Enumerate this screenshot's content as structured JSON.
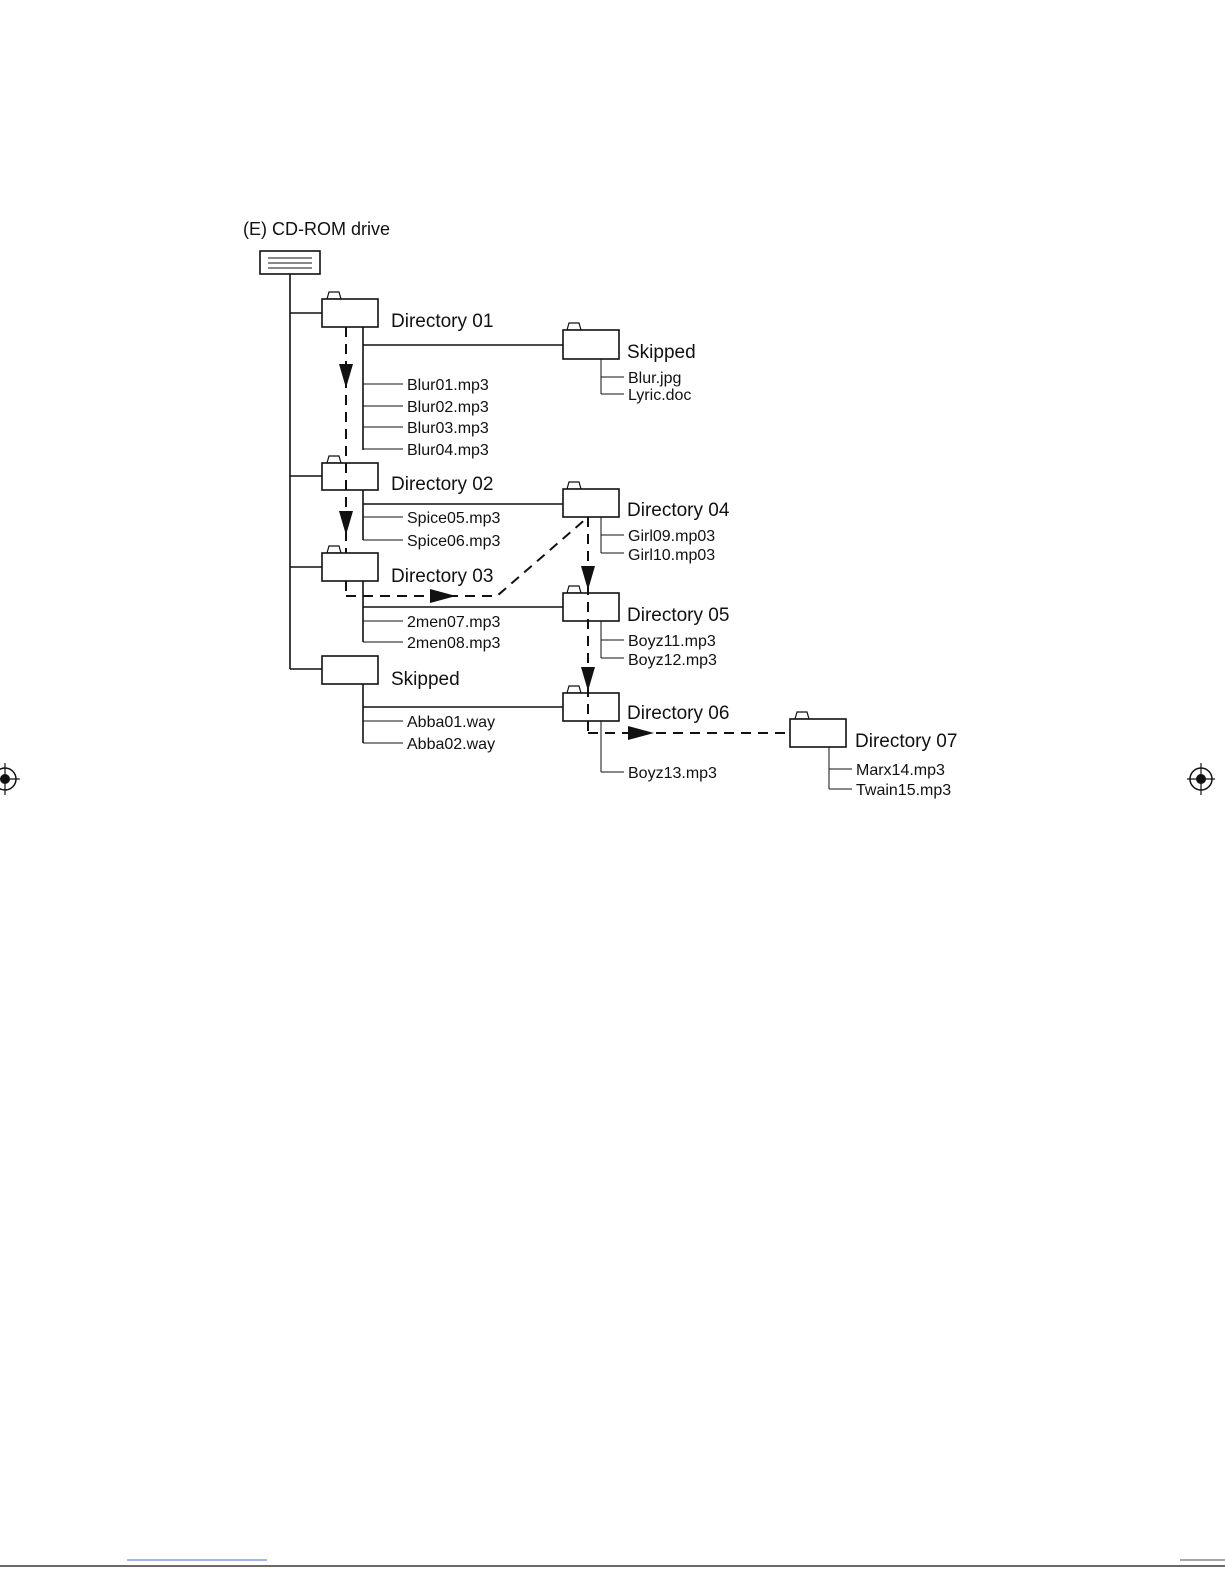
{
  "diagram": {
    "heading": "(E) CD-ROM drive",
    "root_icon": "cd-drive-icon",
    "folders": {
      "d01": {
        "label": "Directory 01",
        "files": [
          "Blur01.mp3",
          "Blur02.mp3",
          "Blur03.mp3",
          "Blur04.mp3"
        ]
      },
      "skipped_a": {
        "label": "Skipped",
        "files": [
          "Blur.jpg",
          "Lyric.doc"
        ]
      },
      "d02": {
        "label": "Directory 02",
        "files": [
          "Spice05.mp3",
          "Spice06.mp3"
        ]
      },
      "d04": {
        "label": "Directory 04",
        "files": [
          "Girl09.mp03",
          "Girl10.mp03"
        ]
      },
      "d03": {
        "label": "Directory 03",
        "files": [
          "2men07.mp3",
          "2men08.mp3"
        ]
      },
      "d05": {
        "label": "Directory 05",
        "files": [
          "Boyz11.mp3",
          "Boyz12.mp3"
        ]
      },
      "skipped_b": {
        "label": "Skipped",
        "files": [
          "Abba01.way",
          "Abba02.way"
        ]
      },
      "d06": {
        "label": "Directory 06",
        "files": [
          "Boyz13.mp3"
        ]
      },
      "d07": {
        "label": "Directory 07",
        "files": [
          "Marx14.mp3",
          "Twain15.mp3"
        ]
      }
    },
    "playback_order": [
      "Directory 01",
      "Directory 02",
      "Directory 03",
      "Directory 04",
      "Directory 05",
      "Directory 06",
      "Directory 07"
    ],
    "icons": {
      "folder": "folder-icon",
      "registration": "registration-mark-icon"
    }
  }
}
